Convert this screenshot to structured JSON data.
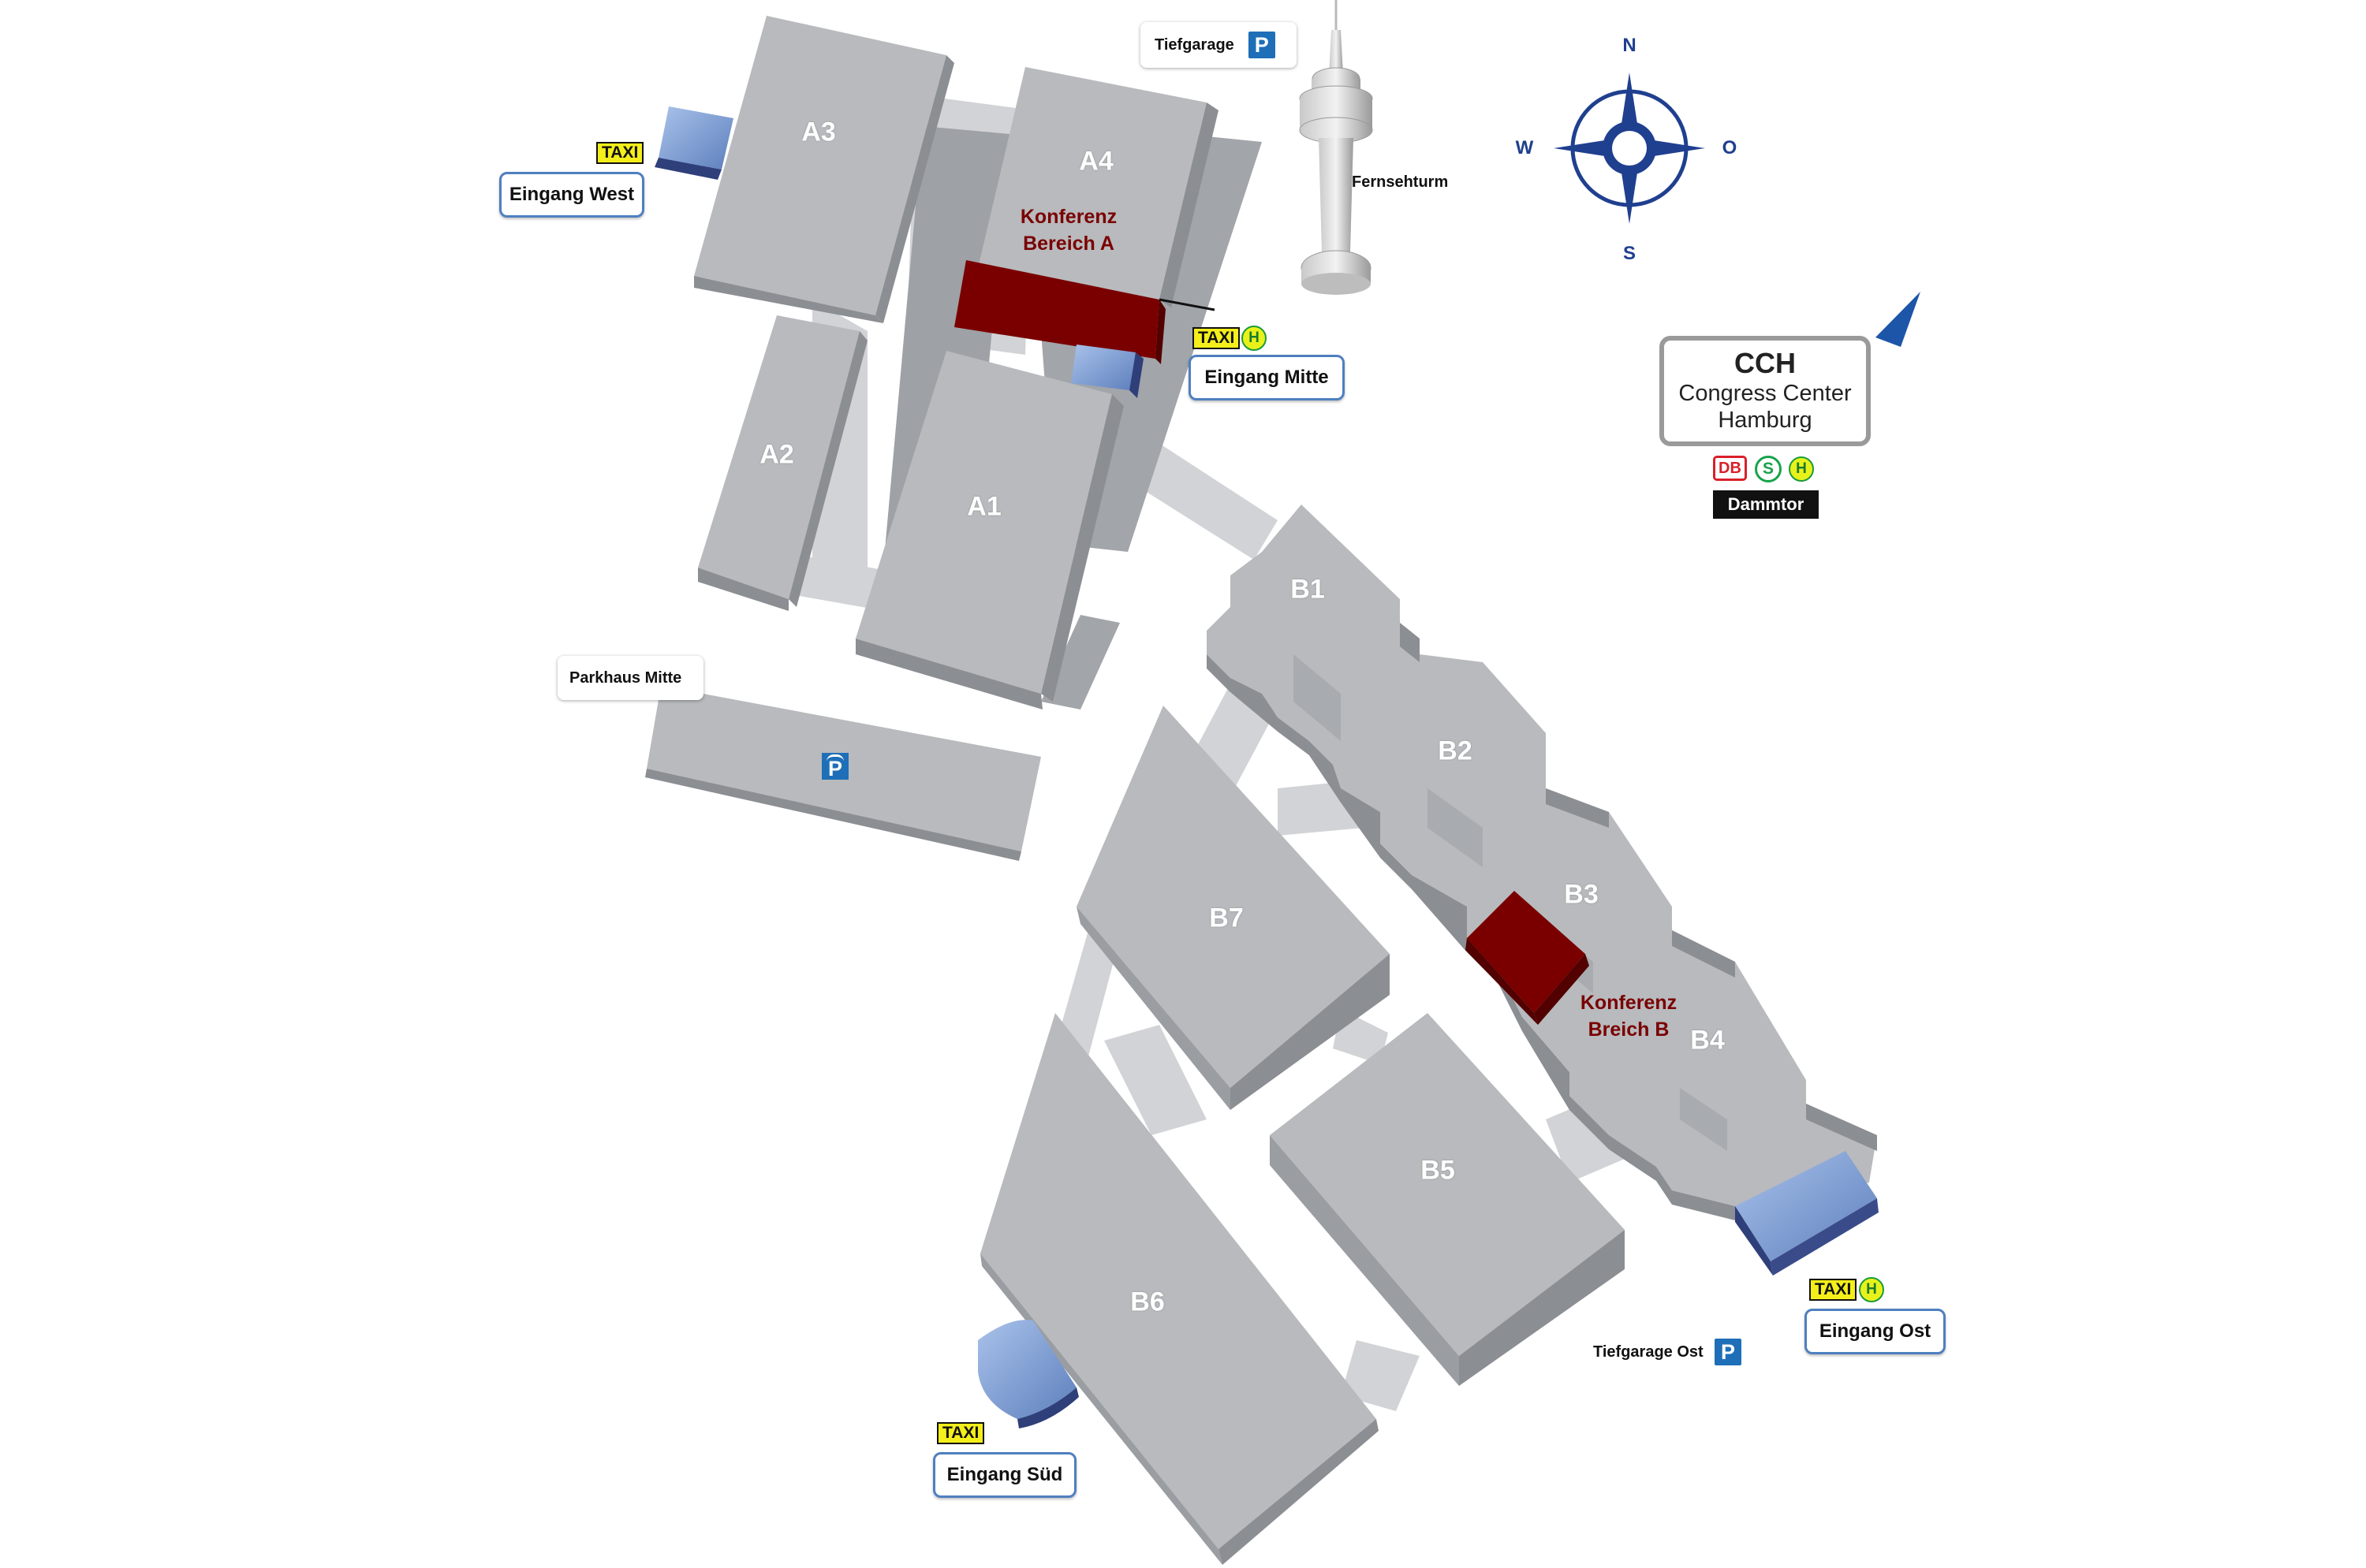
{
  "halls": {
    "A1": "A1",
    "A2": "A2",
    "A3": "A3",
    "A4": "A4",
    "B1": "B1",
    "B2": "B2",
    "B3": "B3",
    "B4": "B4",
    "B5": "B5",
    "B6": "B6",
    "B7": "B7"
  },
  "conference": {
    "a_line1": "Konferenz",
    "a_line2": "Bereich A",
    "b_line1": "Konferenz",
    "b_line2": "Breich B"
  },
  "entrances": {
    "west": "Eingang West",
    "mitte": "Eingang Mitte",
    "ost": "Eingang Ost",
    "sued": "Eingang Süd"
  },
  "symbols": {
    "taxi": "TAXI",
    "bus": "H",
    "sbahn": "S",
    "db": "DB",
    "parking": "P"
  },
  "places": {
    "tiefgarage": "Tiefgarage",
    "tiefgarage_ost": "Tiefgarage Ost",
    "parkhaus_mitte": "Parkhaus Mitte",
    "fernsehturm": "Fernsehturm"
  },
  "compass": {
    "n": "N",
    "s": "S",
    "w": "W",
    "o": "O"
  },
  "logo": {
    "abbr": "CCH",
    "line1": "Congress Center",
    "line2": "Hamburg",
    "station": "Dammtor"
  },
  "colors": {
    "hall_top": "#b8babd",
    "hall_side": "#8b8e92",
    "conference": "#7a0000",
    "entrance_blue": "#7e9fd0",
    "compass_blue": "#1f3f8f",
    "parking_blue": "#1e6fb8"
  }
}
